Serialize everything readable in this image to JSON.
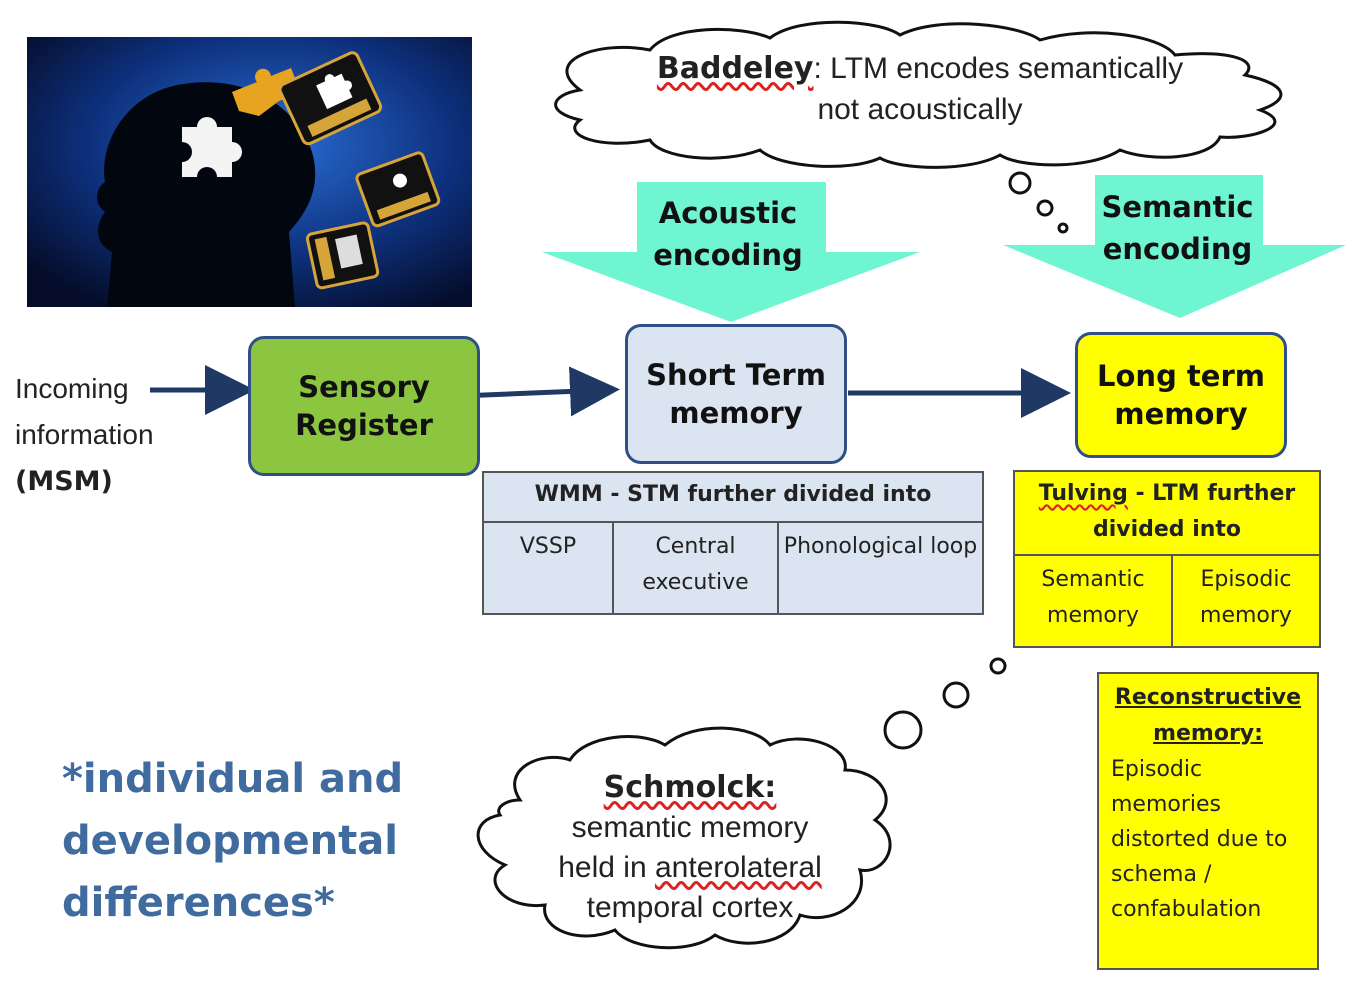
{
  "flow": {
    "incoming_line1": "Incoming",
    "incoming_line2": "information",
    "incoming_msm": "(MSM)",
    "sensory": "Sensory Register",
    "stm": "Short Term memory",
    "ltm": "Long term memory"
  },
  "encoding": {
    "acoustic": "Acoustic encoding",
    "semantic": "Semantic encoding"
  },
  "baddeley": {
    "name": "Baddeley",
    "text": ": LTM encodes semantically not acoustically"
  },
  "schmolck": {
    "name": "Schmolck:",
    "line1": "semantic memory",
    "line2_pre": "held in ",
    "line2_word": "anterolateral",
    "line3": "temporal cortex"
  },
  "wmm": {
    "header": "WMM - STM further  divided into",
    "cells": [
      "VSSP",
      "Central executive",
      "Phonological loop"
    ]
  },
  "tulving": {
    "name": "Tulving",
    "header_rest": " - LTM further divided into",
    "cells": [
      "Semantic memory",
      "Episodic memory"
    ]
  },
  "reconstructive": {
    "title": "Reconstructive memory:",
    "body": "Episodic memories distorted due to schema / confabulation"
  },
  "differences": "*individual and developmental differences*",
  "colors": {
    "sensory": "#8cc641",
    "stm": "#dbe5f1",
    "ltm": "#ffff00",
    "arrow": "#1f3864",
    "encoding_arrow": "#6ff5d2",
    "differences_text": "#3f6b9e"
  }
}
